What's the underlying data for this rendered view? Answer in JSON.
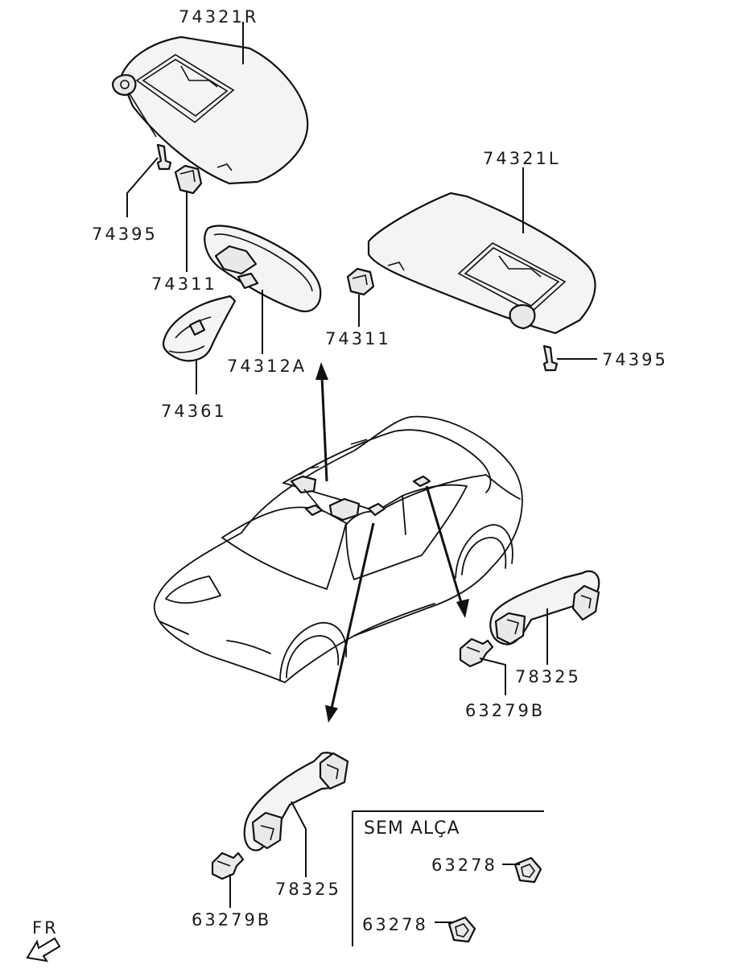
{
  "labels": {
    "visor_right": "74321R",
    "visor_left": "74321L",
    "screw_right": "74395",
    "screw_left": "74395",
    "holder_right": "74311",
    "holder_left": "74311",
    "mirror": "74312A",
    "mirror_cover": "74361",
    "grip_rear": "78325",
    "grip_front": "78325",
    "bolt_rear": "63279B",
    "bolt_front": "63279B",
    "inset_title": "SEM ALÇA",
    "inset_cap_1": "63278",
    "inset_cap_2": "63278",
    "fr": "FR"
  }
}
